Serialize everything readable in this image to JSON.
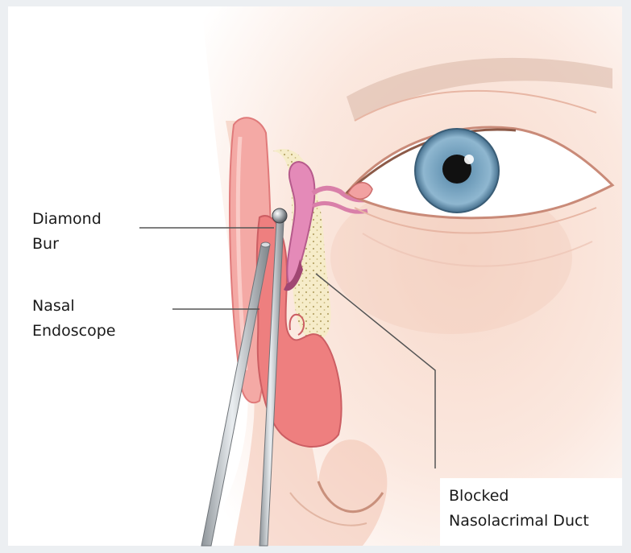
{
  "labels": {
    "diamond_bur": [
      "Diamond",
      "Bur"
    ],
    "nasal_endoscope": [
      "Nasal",
      "Endoscope"
    ],
    "blocked_duct": [
      "Blocked",
      "Nasolacrimal Duct"
    ]
  },
  "colors": {
    "background": "#eceff2",
    "panel": "#ffffff",
    "skin": "#f6d8c9",
    "nasal_tissue": "#e97d7d",
    "lacrimal_sac": "#e58bb8",
    "iris": "#6f9bb8",
    "pupil": "#111111",
    "leader_line": "#555555",
    "instrument": "#b7bcc1"
  },
  "icons": {
    "face": "face-illustration",
    "eye": "eye-illustration",
    "nose": "nose-illustration",
    "bur": "diamond-bur-instrument",
    "endoscope": "nasal-endoscope-instrument"
  }
}
